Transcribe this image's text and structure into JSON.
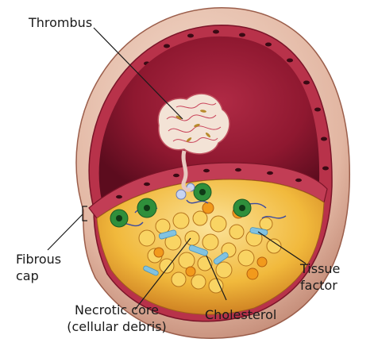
{
  "labels": {
    "thrombus": "Thrombus",
    "fibrous_cap": [
      "Fibrous",
      "cap"
    ],
    "necrotic_core": [
      "Necrotic core",
      "(cellular debris)"
    ],
    "cholesterol": "Cholesterol",
    "tissue_factor": [
      "Tissue",
      "factor"
    ]
  },
  "colors": {
    "vessel_wall_outer": "#d79a86",
    "endothelium": "#b8324a",
    "lumen": "#8f1830",
    "plaque_core": "#f3c64a",
    "cholesterol": "#7cc3e8",
    "macrophage": "#2f8f3b",
    "thrombus": "#f3e3d6"
  }
}
